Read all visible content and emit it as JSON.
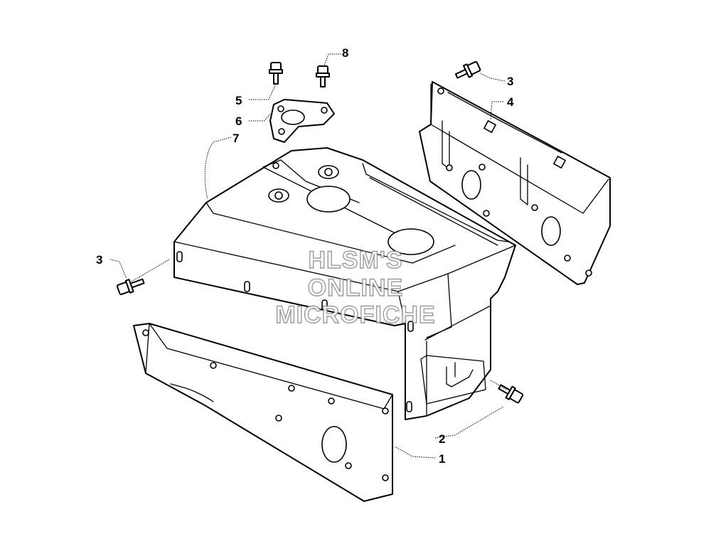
{
  "callouts": {
    "c1": "1",
    "c2": "2",
    "c3_top": "3",
    "c3_left": "3",
    "c4": "4",
    "c5": "5",
    "c6": "6",
    "c7": "7",
    "c8": "8"
  },
  "watermark": {
    "line1": "HLSM'S",
    "line2": "ONLINE",
    "line3": "MICROFICHE"
  },
  "colors": {
    "line": "#000000",
    "background": "#ffffff",
    "watermark_outline": "#8a8a8a"
  }
}
